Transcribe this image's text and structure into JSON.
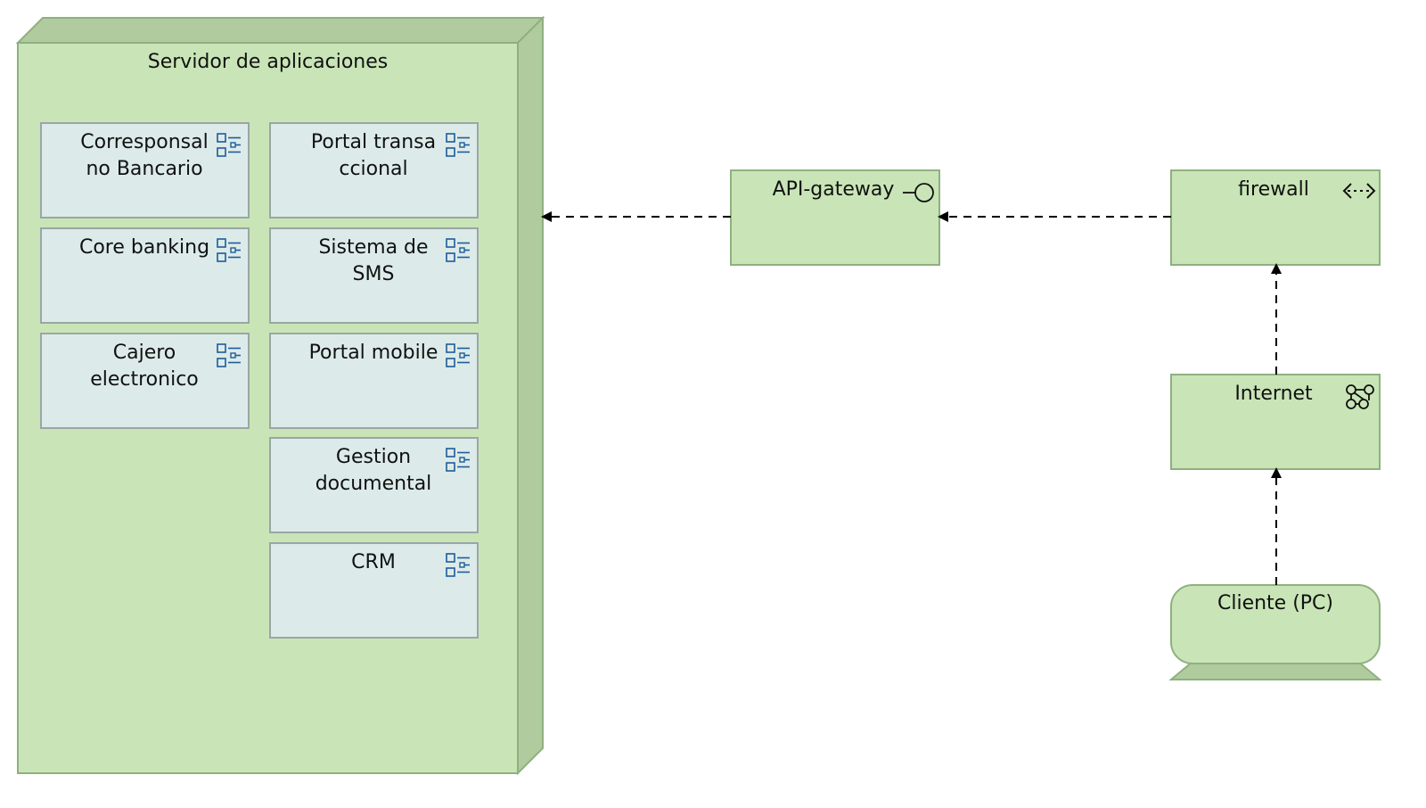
{
  "colors": {
    "node_fill": "#c9e5b7",
    "node_side": "#b0cc9e",
    "node_stroke": "#8fb07f",
    "component_fill": "#dcebe9",
    "component_stroke": "#9aa6a5",
    "icon_blue": "#1f5c99",
    "line": "#000000"
  },
  "server": {
    "title": "Servidor de aplicaciones"
  },
  "components": [
    {
      "label": "Corresponsal no Bancario",
      "icon": "application-component-icon"
    },
    {
      "label": "Portal transaccional",
      "icon": "application-component-icon"
    },
    {
      "label": "Core banking",
      "icon": "application-component-icon"
    },
    {
      "label": "Sistema de SMS",
      "icon": "application-component-icon"
    },
    {
      "label": "Cajero electronico",
      "icon": "application-component-icon"
    },
    {
      "label": "Portal mobile",
      "icon": "application-component-icon"
    },
    {
      "label": "Gestion documental",
      "icon": "application-component-icon"
    },
    {
      "label": "CRM",
      "icon": "application-component-icon"
    }
  ],
  "api_gateway": {
    "label": "API-gateway",
    "icon": "interface-icon"
  },
  "firewall": {
    "label": "firewall",
    "icon": "path-icon"
  },
  "internet": {
    "label": "Internet",
    "icon": "network-icon"
  },
  "client": {
    "label": "Cliente (PC)",
    "icon": "device-icon"
  }
}
